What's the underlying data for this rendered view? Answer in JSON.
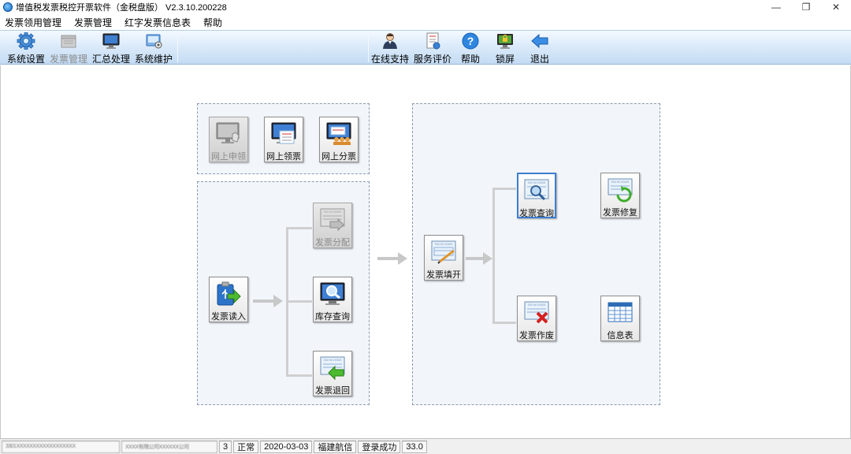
{
  "window": {
    "title": "增值税发票税控开票软件（金税盘版） V2.3.10.200228",
    "minimize_glyph": "—",
    "restore_glyph": "❐",
    "close_glyph": "✕"
  },
  "menu": [
    "发票领用管理",
    "发票管理",
    "红字发票信息表",
    "帮助"
  ],
  "toolbar": {
    "system_settings": "系统设置",
    "invoice_management": "发票管理",
    "summary": "汇总处理",
    "maintenance": "系统维护",
    "online_support": "在线支持",
    "service_rating": "服务评价",
    "help": "帮助",
    "lock_screen": "锁屏",
    "exit": "退出"
  },
  "online_panel": {
    "apply": "网上申领",
    "receive": "网上领票",
    "distribute": "网上分票"
  },
  "stock_panel": {
    "read_in": "发票读入",
    "allocate": "发票分配",
    "inventory_query": "库存查询",
    "return": "发票退回"
  },
  "issue_panel": {
    "fill": "发票填开",
    "query": "发票查询",
    "repair": "发票修复",
    "void": "发票作废",
    "info_table": "信息表"
  },
  "icons": {
    "invoice_header": "TAX IN VOICE"
  },
  "colors": {
    "accent": "#3d7fd0",
    "toolbar_top": "#f4f9ff",
    "toolbar_bottom": "#c3dbf3",
    "panel_bg": "#f2f6fb",
    "arrow": "#c8c8c8",
    "green_arrow": "#3fae2a",
    "red_x": "#d42020"
  },
  "status": {
    "tax_id": "3301XXXXXXXXXXXXXXXXXX",
    "company": "XXXX有限公司XXXXXX公司",
    "count": "3",
    "state": "正常",
    "date": "2020-03-03",
    "provider": "福建航信",
    "login": "登录成功",
    "version": "33.0"
  }
}
